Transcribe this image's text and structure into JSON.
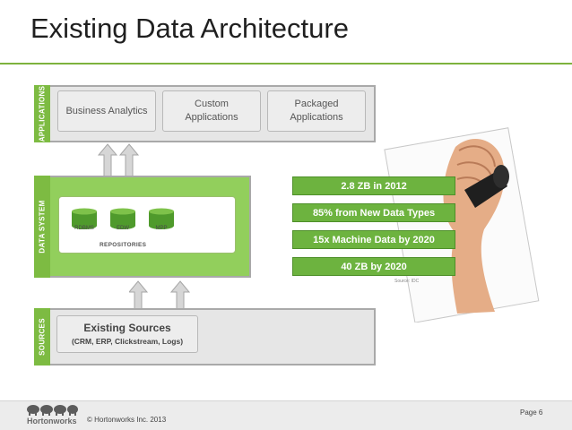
{
  "title": "Existing Data Architecture",
  "bands": {
    "applications": "APPLICATIONS",
    "data_system": "DATA  SYSTEM",
    "sources": "SOURCES"
  },
  "applications": [
    {
      "label": "Business Analytics"
    },
    {
      "label": "Custom Applications"
    },
    {
      "label": "Packaged Applications"
    }
  ],
  "repositories": {
    "items": [
      "RDBMS",
      "EDW",
      "MPP"
    ],
    "caption": "REPOSITORIES"
  },
  "sources": {
    "title": "Existing Sources",
    "subtitle": "(CRM, ERP, Clickstream, Logs)"
  },
  "facts": [
    "2.8 ZB in 2012",
    "85% from New Data Types",
    "15x Machine Data by 2020",
    "40 ZB by 2020"
  ],
  "source_note": "Source: IDC",
  "footer": {
    "logo": "Hortonworks",
    "copyright": "© Hortonworks Inc. 2013",
    "page": "Page 6"
  },
  "colors": {
    "accent_green": "#7dbb42",
    "fact_green": "#6db33f",
    "band_gray": "#e6e6e6",
    "data_green": "#92cf5c"
  }
}
